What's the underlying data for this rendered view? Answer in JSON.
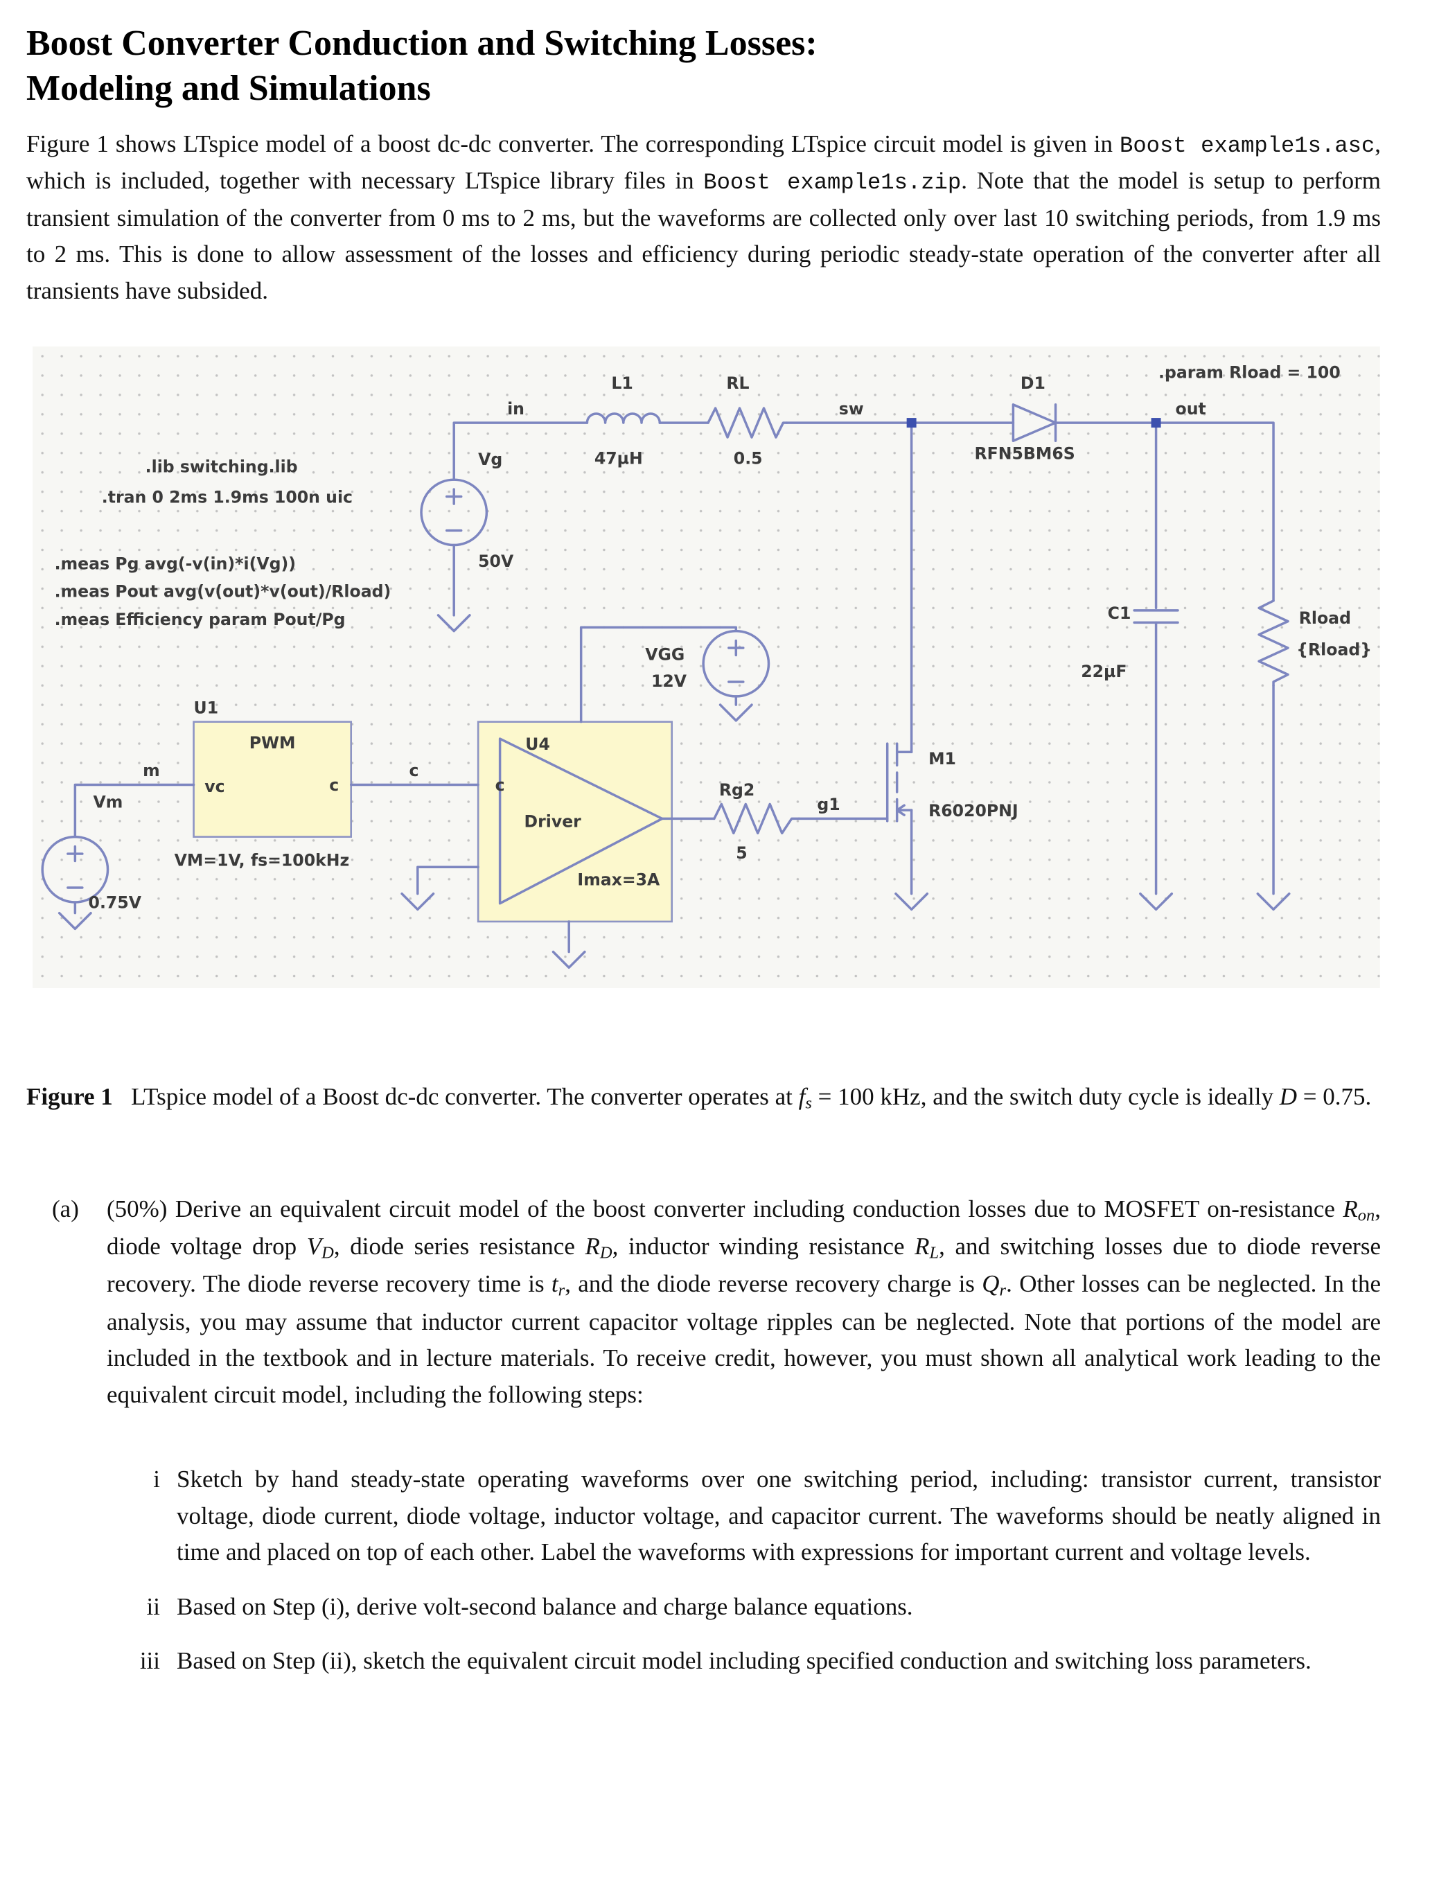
{
  "page": {
    "title_line1": "Boost Converter Conduction and Switching Losses:",
    "title_line2": "Modeling and Simulations"
  },
  "intro": {
    "segments": [
      {
        "t": "Figure 1 shows LTspice model of a boost dc-dc converter. The corresponding LTspice circuit model is given in "
      },
      {
        "t": "Boost example1s.asc",
        "s": "mono"
      },
      {
        "t": ", which is included, together with necessary LTspice library files in "
      },
      {
        "t": "Boost example1s.zip",
        "s": "mono"
      },
      {
        "t": ". Note that the model is setup to perform transient simulation of the converter from 0 ms to 2 ms, but the waveforms are collected only over last 10 switching periods, from 1.9 ms to 2 ms. This is done to allow assessment of the losses and efficiency during periodic steady-state operation of the converter after all transients have subsided."
      }
    ]
  },
  "figure": {
    "caption": {
      "segments": [
        {
          "t": "Figure 1",
          "s": "bold"
        },
        {
          "t": "   LTspice model of a Boost dc-dc converter. The converter operates at "
        },
        {
          "t": "f",
          "s": "it"
        },
        {
          "t": "s",
          "s": "subit"
        },
        {
          "t": " = 100 kHz, and the switch duty cycle is ideally "
        },
        {
          "t": "D",
          "s": "it"
        },
        {
          "t": " = 0.75."
        }
      ]
    },
    "schematic": {
      "colors": {
        "wire": "#7d86c0",
        "node": "#3c50ae",
        "block_fill": "#fcf8cd",
        "block_stroke": "#8d94c4",
        "grid_bg": "#f7f7f4",
        "grid_dot": "#c2c2c2",
        "text": "#3b3b3b"
      },
      "directives": {
        "param": ".param Rload = 100",
        "lib": ".lib switching.lib",
        "tran": ".tran 0 2ms 1.9ms 100n uic",
        "meas_pg": ".meas Pg avg(-v(in)*i(Vg))",
        "meas_pout": ".meas Pout avg(v(out)*v(out)/Rload)",
        "meas_eff": ".meas Efficiency param Pout/Pg"
      },
      "nets": {
        "in": "in",
        "sw": "sw",
        "out": "out",
        "g1": "g1"
      },
      "pins": {
        "m": "m",
        "vc": "vc",
        "c_out": "c",
        "c_wire": "c",
        "c_in": "c"
      },
      "components": {
        "vg": {
          "name": "Vg",
          "value": "50V"
        },
        "l1": {
          "name": "L1",
          "value": "47µH"
        },
        "rl": {
          "name": "RL",
          "value": "0.5"
        },
        "d1": {
          "name": "D1",
          "value": "RFN5BM6S"
        },
        "c1": {
          "name": "C1",
          "value": "22µF"
        },
        "rload": {
          "name": "Rload",
          "value": "{Rload}"
        },
        "vgg": {
          "name": "VGG",
          "value": "12V"
        },
        "vm": {
          "name": "Vm",
          "value": "0.75V"
        },
        "u1": {
          "name": "U1",
          "type": "PWM",
          "params": "VM=1V, fs=100kHz"
        },
        "u4": {
          "name": "U4",
          "type": "Driver",
          "params": "Imax=3A"
        },
        "rg2": {
          "name": "Rg2",
          "value": "5"
        },
        "m1": {
          "name": "M1",
          "value": "R6020PNJ"
        }
      }
    }
  },
  "problem": {
    "part_label": "(a)",
    "statement": {
      "segments": [
        {
          "t": "(50%) Derive an equivalent circuit model of the boost converter including conduction losses due to MOSFET on-resistance "
        },
        {
          "t": "R",
          "s": "it"
        },
        {
          "t": "on",
          "s": "subit"
        },
        {
          "t": ", diode voltage drop "
        },
        {
          "t": "V",
          "s": "it"
        },
        {
          "t": "D",
          "s": "subit"
        },
        {
          "t": ", diode series resistance "
        },
        {
          "t": "R",
          "s": "it"
        },
        {
          "t": "D",
          "s": "subit"
        },
        {
          "t": ", inductor winding resistance "
        },
        {
          "t": "R",
          "s": "it"
        },
        {
          "t": "L",
          "s": "subit"
        },
        {
          "t": ", and switching losses due to diode reverse recovery. The diode reverse recovery time is "
        },
        {
          "t": "t",
          "s": "it"
        },
        {
          "t": "r",
          "s": "subit"
        },
        {
          "t": ", and the diode reverse recovery charge is "
        },
        {
          "t": "Q",
          "s": "it"
        },
        {
          "t": "r",
          "s": "subit"
        },
        {
          "t": ". Other losses can be neglected. In the analysis, you may assume that inductor current capacitor voltage ripples can be neglected. Note that portions of the model are included in the textbook and in lecture materials. To receive credit, however, you must shown all analytical work leading to the equivalent circuit model, including the following steps:"
        }
      ]
    },
    "items": [
      {
        "label": "i",
        "text": "Sketch by hand steady-state operating waveforms over one switching period, including: transistor current, transistor voltage, diode current, diode voltage, inductor voltage, and capacitor current. The waveforms should be neatly aligned in time and placed on top of each other. Label the waveforms with expressions for important current and voltage levels."
      },
      {
        "label": "ii",
        "text": "Based on Step (i), derive volt-second balance and charge balance equations."
      },
      {
        "label": "iii",
        "text": "Based on Step (ii), sketch the equivalent circuit model including specified conduction and switching loss parameters."
      }
    ]
  }
}
